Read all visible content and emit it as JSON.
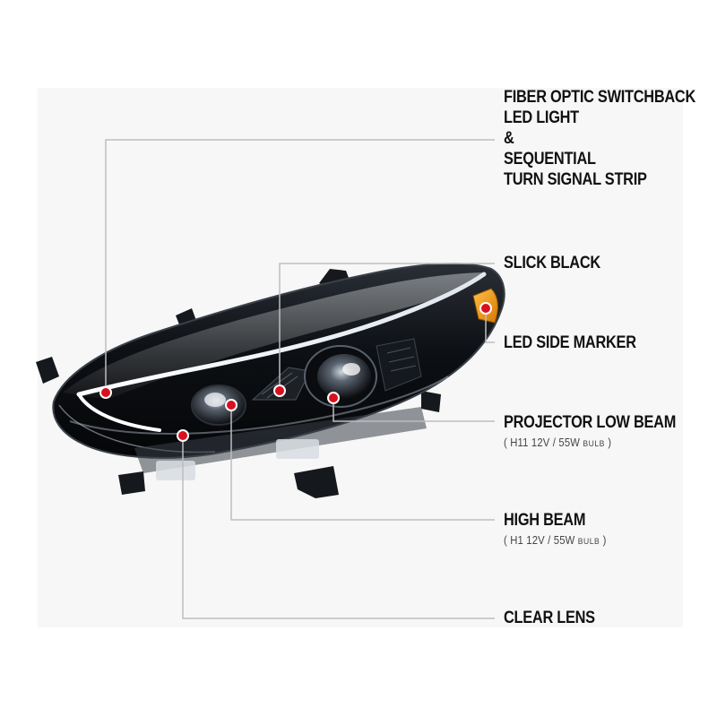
{
  "callouts": {
    "fiber_optic": {
      "lines": [
        "FIBER OPTIC SWITCHBACK",
        "LED LIGHT",
        "&",
        "SEQUENTIAL",
        "TURN SIGNAL STRIP"
      ]
    },
    "slick_black": {
      "label": "SLICK BLACK"
    },
    "led_side_marker": {
      "label": "LED SIDE MARKER"
    },
    "projector_low_beam": {
      "label": "PROJECTOR LOW BEAM",
      "spec_open": "(",
      "spec": "H11  12V / 55W",
      "spec_unit": "BULB",
      "spec_close": ")"
    },
    "high_beam": {
      "label": "HIGH BEAM",
      "spec_open": "(",
      "spec": "H1  12V / 55W",
      "spec_unit": "BULB",
      "spec_close": ")"
    },
    "clear_lens": {
      "label": "CLEAR LENS"
    }
  },
  "colors": {
    "background": "#ffffff",
    "panel": "#f7f7f7",
    "leader_line": "#bdbdbd",
    "marker_dot": "#d9101f",
    "text": "#111111",
    "housing": "#0b0d10",
    "amber": "#f39a12"
  }
}
